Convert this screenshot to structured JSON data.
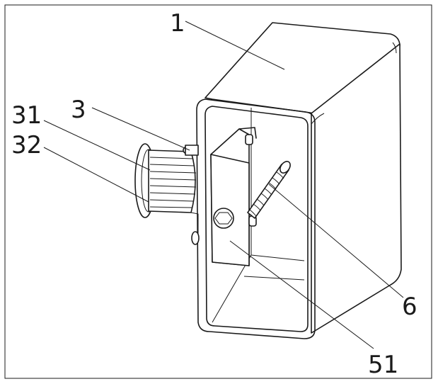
{
  "labels": {
    "housing": "1",
    "pulley_assembly": "3",
    "pulley_flange": "31",
    "pulley_teeth": "32",
    "bracket_plate": "51",
    "threaded_shaft": "6"
  }
}
